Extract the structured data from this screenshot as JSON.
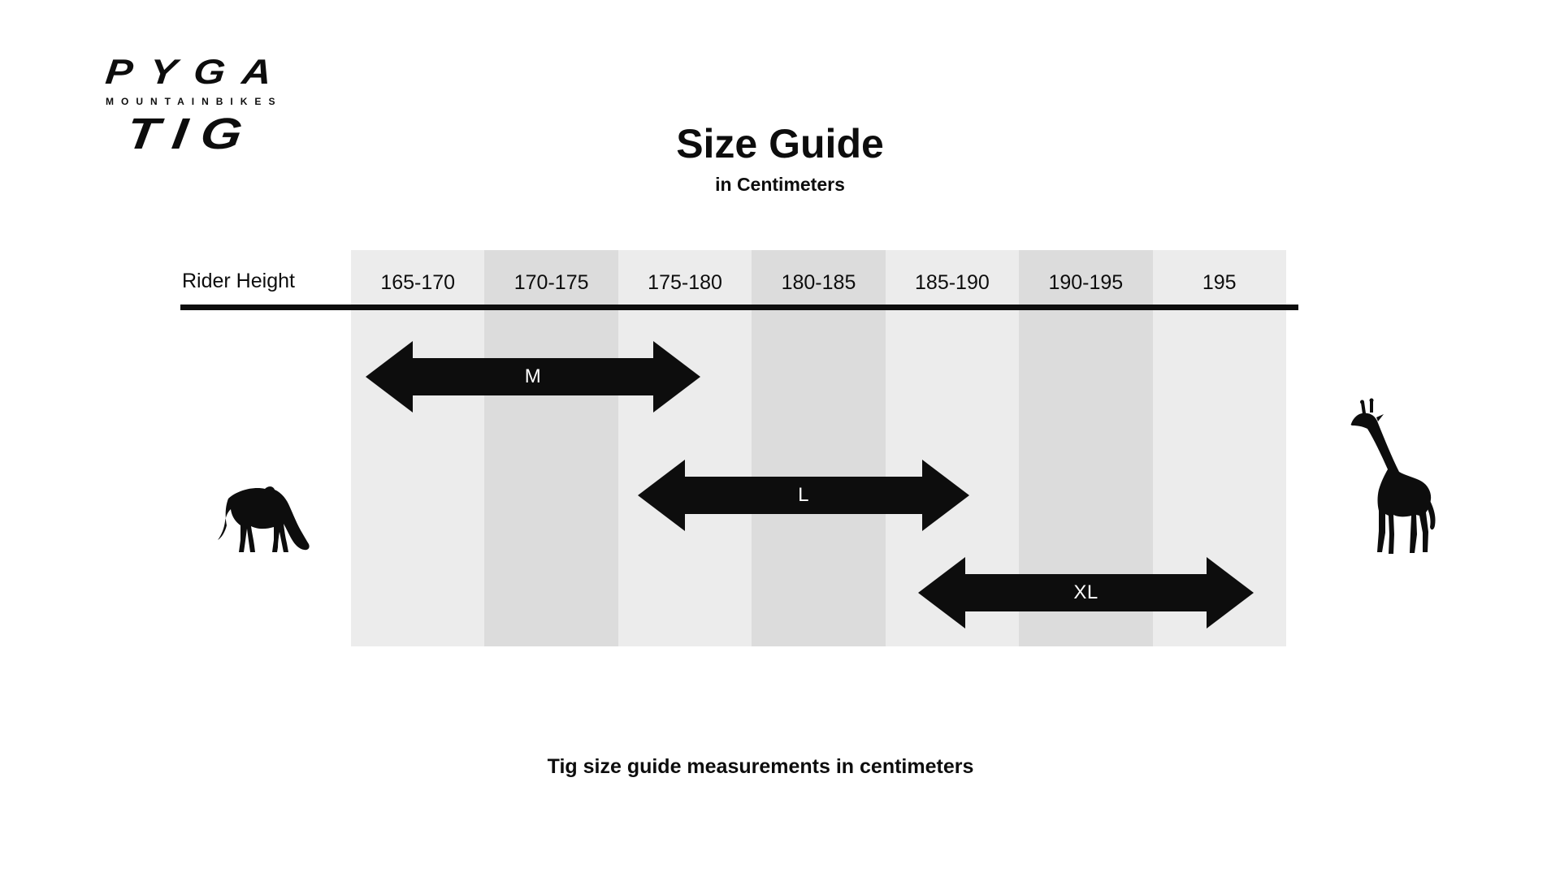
{
  "logo": {
    "brand": "PYGA",
    "tagline": "MOUNTAINBIKES",
    "model": "TIG"
  },
  "header": {
    "title": "Size Guide",
    "subtitle": "in Centimeters"
  },
  "table": {
    "row_label": "Rider Height",
    "columns": [
      "165-170",
      "170-175",
      "175-180",
      "180-185",
      "185-190",
      "190-195",
      "195"
    ]
  },
  "sizes": [
    {
      "label": "M"
    },
    {
      "label": "L"
    },
    {
      "label": "XL"
    }
  ],
  "footer": {
    "caption": "Tig size guide measurements in centimeters"
  },
  "icons": {
    "left": "pony-icon",
    "right": "giraffe-icon"
  },
  "colors": {
    "background": "#ffffff",
    "ink": "#0d0d0d",
    "column_light": "#ececec",
    "column_dark": "#dcdcdc",
    "arrow_label": "#ffffff"
  },
  "chart_data": {
    "type": "bar",
    "subtype": "horizontal-range-arrows",
    "title": "Size Guide",
    "subtitle": "in Centimeters",
    "axis_label": "Rider Height",
    "categories": [
      "165-170",
      "170-175",
      "175-180",
      "180-185",
      "185-190",
      "190-195",
      "195"
    ],
    "series": [
      {
        "name": "M",
        "span_columns": [
          "165-170",
          "175-180"
        ],
        "approx_range_cm": [
          165,
          178
        ]
      },
      {
        "name": "L",
        "span_columns": [
          "175-180",
          "185-190"
        ],
        "approx_range_cm": [
          176,
          188
        ]
      },
      {
        "name": "XL",
        "span_columns": [
          "185-190",
          "195"
        ],
        "approx_range_cm": [
          186,
          197
        ]
      }
    ],
    "caption": "Tig size guide measurements in centimeters",
    "legend_position": "none",
    "grid": "alternating shaded columns"
  }
}
